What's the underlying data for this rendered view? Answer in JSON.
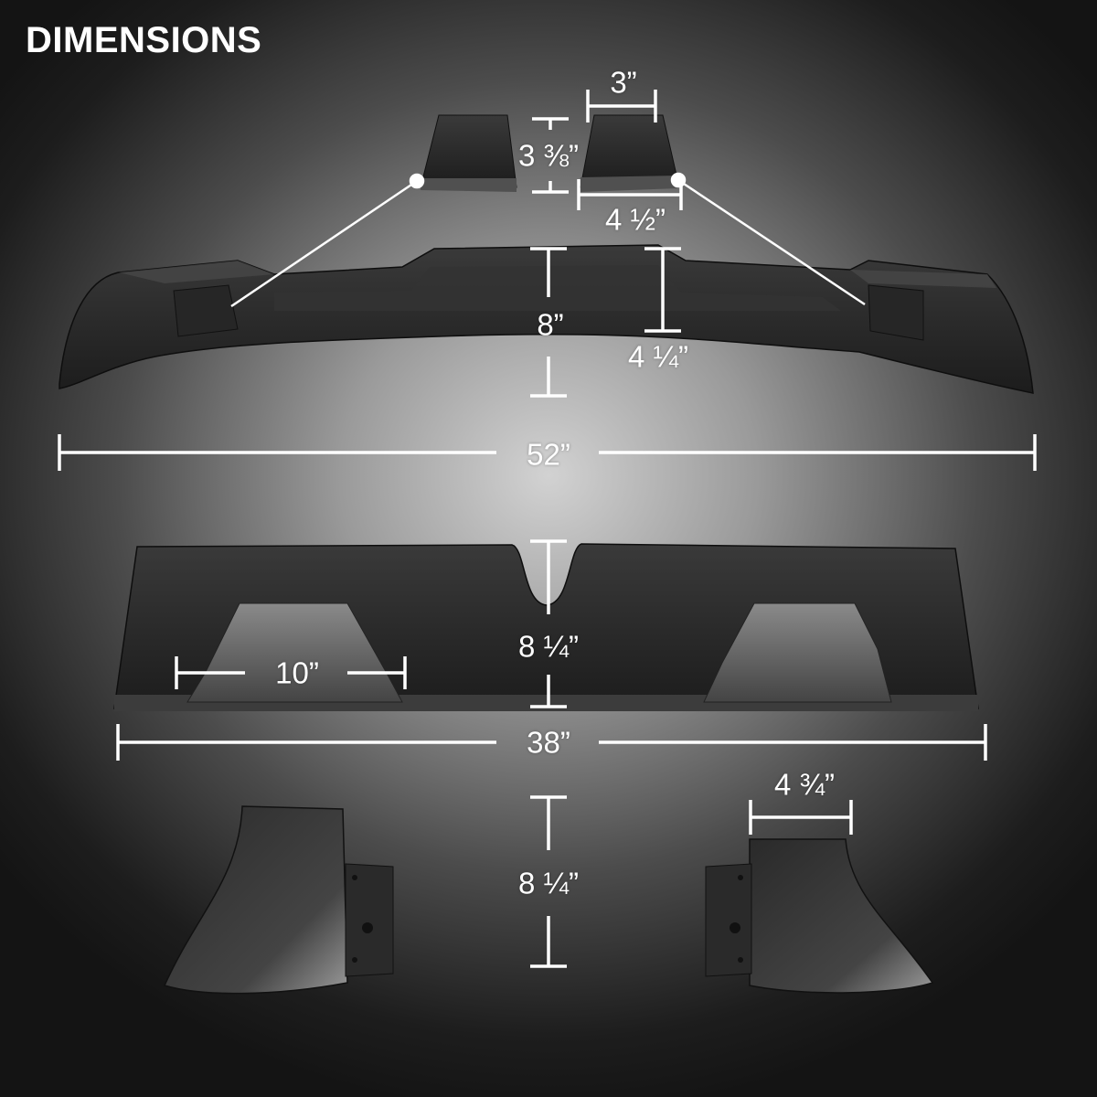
{
  "title": "DIMENSIONS",
  "dimensions": {
    "top_block_height": "3 ⅜”",
    "top_block_top_width": "3”",
    "top_block_bottom_width": "4 ½”",
    "spoiler_center_height": "8”",
    "spoiler_side_height": "4 ¼”",
    "spoiler_length": "52”",
    "lower_panel_height": "8 ¼”",
    "lower_panel_fin_width": "10”",
    "lower_panel_length": "38”",
    "end_cap_height": "8 ¼”",
    "end_cap_width": "4 ¾”"
  },
  "colors": {
    "dimension_lines": "#ffffff",
    "part_color": "#2e2e2e"
  }
}
